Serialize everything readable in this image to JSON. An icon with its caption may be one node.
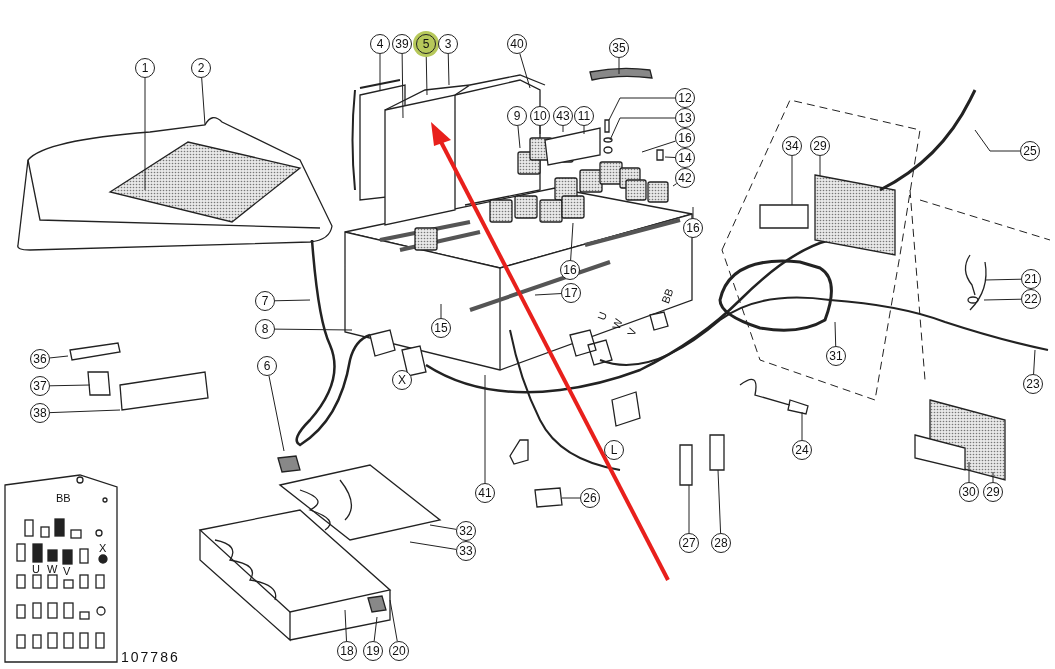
{
  "diagram": {
    "nodes": [
      {
        "text": [
          "1"
        ]
      },
      {
        "text": [
          "2"
        ]
      },
      {
        "text": [
          "4"
        ]
      },
      {
        "text": [
          "39"
        ]
      },
      {
        "text": [
          "5"
        ]
      },
      {
        "text": [
          "3"
        ]
      },
      {
        "text": [
          "40"
        ]
      },
      {
        "text": [
          "35"
        ]
      },
      {
        "text": [
          "12"
        ]
      },
      {
        "text": [
          "13"
        ]
      },
      {
        "text": [
          "16"
        ]
      },
      {
        "text": [
          "14"
        ]
      },
      {
        "text": [
          "42"
        ]
      },
      {
        "text": [
          "16"
        ]
      },
      {
        "text": [
          "9"
        ]
      },
      {
        "text": [
          "10"
        ]
      },
      {
        "text": [
          "43"
        ]
      },
      {
        "text": [
          "11"
        ]
      },
      {
        "text": [
          "16"
        ]
      },
      {
        "text": [
          "34"
        ]
      },
      {
        "text": [
          "29"
        ]
      },
      {
        "text": [
          "25"
        ]
      },
      {
        "text": [
          "21"
        ]
      },
      {
        "text": [
          "22"
        ]
      },
      {
        "text": [
          "23"
        ]
      },
      {
        "text": [
          "31"
        ]
      },
      {
        "text": [
          "17"
        ]
      },
      {
        "text": [
          "15"
        ]
      },
      {
        "text": [
          "7"
        ]
      },
      {
        "text": [
          "8"
        ]
      },
      {
        "text": [
          "36"
        ]
      },
      {
        "text": [
          "37"
        ]
      },
      {
        "text": [
          "38"
        ]
      },
      {
        "text": [
          "6"
        ]
      },
      {
        "text": [
          "X"
        ]
      },
      {
        "text": [
          "L"
        ]
      },
      {
        "text": [
          "24"
        ]
      },
      {
        "text": [
          "41"
        ]
      },
      {
        "text": [
          "26"
        ]
      },
      {
        "text": [
          "27"
        ]
      },
      {
        "text": [
          "28"
        ]
      },
      {
        "text": [
          "30"
        ]
      },
      {
        "text": [
          "29"
        ]
      },
      {
        "text": [
          "32"
        ]
      },
      {
        "text": [
          "33"
        ]
      },
      {
        "text": [
          "18"
        ]
      },
      {
        "text": [
          "19"
        ]
      },
      {
        "text": [
          "20"
        ]
      }
    ],
    "edges": [
      {
        "from": 0,
        "to": null,
        "arrow": "none"
      },
      {
        "from": 1,
        "to": null,
        "arrow": "none"
      },
      {
        "from": 2,
        "to": null,
        "arrow": "none"
      },
      {
        "from": 3,
        "to": null,
        "arrow": "none"
      },
      {
        "from": 4,
        "to": null,
        "arrow": "none"
      },
      {
        "from": 5,
        "to": null,
        "arrow": "none"
      },
      {
        "from": 6,
        "to": null,
        "arrow": "none"
      },
      {
        "from": 7,
        "to": null,
        "arrow": "none"
      },
      {
        "from": 8,
        "to": null,
        "arrow": "none"
      },
      {
        "from": 9,
        "to": null,
        "arrow": "none"
      },
      {
        "from": 10,
        "to": null,
        "arrow": "none"
      },
      {
        "from": 11,
        "to": null,
        "arrow": "none"
      },
      {
        "from": 12,
        "to": null,
        "arrow": "none"
      },
      {
        "from": 13,
        "to": null,
        "arrow": "none"
      },
      {
        "from": 14,
        "to": null,
        "arrow": "none"
      },
      {
        "from": 15,
        "to": null,
        "arrow": "none"
      },
      {
        "from": 16,
        "to": null,
        "arrow": "none"
      },
      {
        "from": 17,
        "to": null,
        "arrow": "none"
      },
      {
        "from": 18,
        "to": null,
        "arrow": "none"
      },
      {
        "from": 19,
        "to": null,
        "arrow": "none"
      },
      {
        "from": 20,
        "to": null,
        "arrow": "none"
      },
      {
        "from": 21,
        "to": null,
        "arrow": "none"
      },
      {
        "from": 22,
        "to": null,
        "arrow": "none"
      },
      {
        "from": 23,
        "to": null,
        "arrow": "none"
      },
      {
        "from": 24,
        "to": null,
        "arrow": "none"
      },
      {
        "from": 25,
        "to": null,
        "arrow": "none"
      },
      {
        "from": 26,
        "to": null,
        "arrow": "none"
      },
      {
        "from": 27,
        "to": null,
        "arrow": "none"
      },
      {
        "from": 28,
        "to": null,
        "arrow": "none"
      },
      {
        "from": 29,
        "to": null,
        "arrow": "none"
      },
      {
        "from": 30,
        "to": null,
        "arrow": "none"
      },
      {
        "from": 31,
        "to": null,
        "arrow": "none"
      },
      {
        "from": 32,
        "to": null,
        "arrow": "none"
      },
      {
        "from": 33,
        "to": null,
        "arrow": "none"
      },
      {
        "from": 36,
        "to": null,
        "arrow": "none"
      },
      {
        "from": 37,
        "to": null,
        "arrow": "none"
      },
      {
        "from": 38,
        "to": null,
        "arrow": "none"
      },
      {
        "from": 39,
        "to": null,
        "arrow": "none"
      },
      {
        "from": 40,
        "to": null,
        "arrow": "none"
      },
      {
        "from": 41,
        "to": null,
        "arrow": "none"
      },
      {
        "from": 42,
        "to": null,
        "arrow": "none"
      },
      {
        "from": 43,
        "to": null,
        "arrow": "none"
      },
      {
        "from": 44,
        "to": null,
        "arrow": "none"
      },
      {
        "from": 45,
        "to": null,
        "arrow": "none"
      },
      {
        "from": 46,
        "to": null,
        "arrow": "none"
      },
      {
        "from": 47,
        "to": null,
        "arrow": "none"
      }
    ],
    "labels": [
      "BB",
      "U",
      "W",
      "V",
      "X",
      "BB",
      "U",
      "W",
      "V",
      "107786"
    ]
  }
}
